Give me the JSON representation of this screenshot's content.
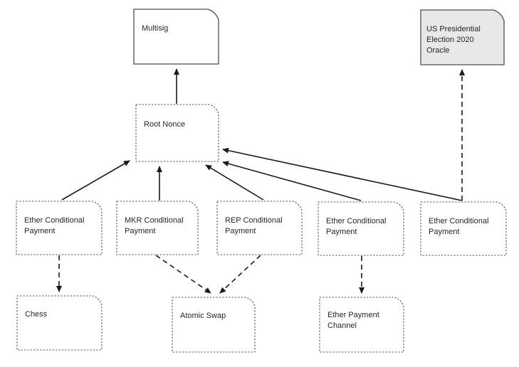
{
  "diagram": {
    "nodes": {
      "multisig": {
        "lines": [
          "Multisig"
        ]
      },
      "oracle": {
        "lines": [
          "US Presidential",
          "Election 2020",
          "Oracle"
        ]
      },
      "root_nonce": {
        "lines": [
          "Root Nonce"
        ]
      },
      "ether_cp_left": {
        "lines": [
          "Ether Conditional",
          "Payment"
        ]
      },
      "mkr_cp": {
        "lines": [
          "MKR Conditional",
          "Payment"
        ]
      },
      "rep_cp": {
        "lines": [
          "REP Conditional",
          "Payment"
        ]
      },
      "ether_cp_mid": {
        "lines": [
          "Ether Conditional",
          "Payment"
        ]
      },
      "ether_cp_right": {
        "lines": [
          "Ether Conditional",
          "Payment"
        ]
      },
      "chess": {
        "lines": [
          "Chess"
        ]
      },
      "atomic_swap": {
        "lines": [
          "Atomic Swap"
        ]
      },
      "ether_payment_channel": {
        "lines": [
          "Ether Payment",
          "Channel"
        ]
      }
    },
    "edges": [
      {
        "from": "root_nonce",
        "to": "multisig",
        "style": "solid"
      },
      {
        "from": "ether_cp_left",
        "to": "root_nonce",
        "style": "solid"
      },
      {
        "from": "mkr_cp",
        "to": "root_nonce",
        "style": "solid"
      },
      {
        "from": "rep_cp",
        "to": "root_nonce",
        "style": "solid"
      },
      {
        "from": "ether_cp_mid",
        "to": "root_nonce",
        "style": "solid"
      },
      {
        "from": "ether_cp_right",
        "to": "root_nonce",
        "style": "solid"
      },
      {
        "from": "ether_cp_right",
        "to": "oracle",
        "style": "dashed"
      },
      {
        "from": "ether_cp_left",
        "to": "chess",
        "style": "dashed"
      },
      {
        "from": "mkr_cp",
        "to": "atomic_swap",
        "style": "dashed"
      },
      {
        "from": "rep_cp",
        "to": "atomic_swap",
        "style": "dashed"
      },
      {
        "from": "ether_cp_mid",
        "to": "ether_payment_channel",
        "style": "dashed"
      }
    ],
    "colors": {
      "background": "#ffffff",
      "node_fill": "#ffffff",
      "oracle_fill": "#e8e8e8",
      "node_stroke": "#4d4d4d",
      "arrow": "#1a1a1a",
      "text": "#262626"
    }
  }
}
